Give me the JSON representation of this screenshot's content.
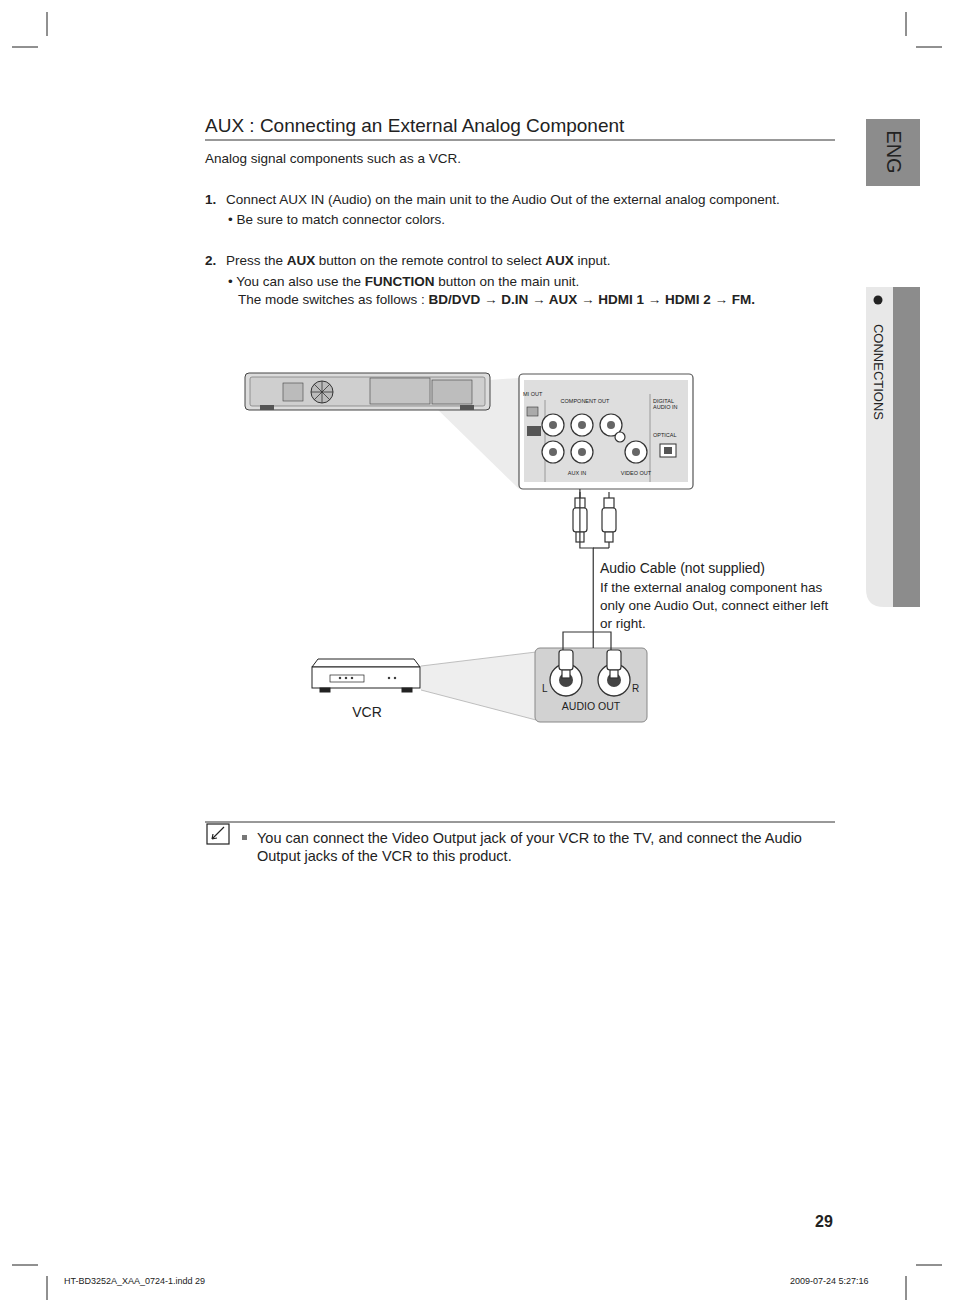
{
  "diagram": {
    "title": "AUX : Connecting an External Analog Component",
    "nodes": [
      {
        "text": [
          "ENG"
        ]
      },
      {
        "text": [
          "CONNECTIONS"
        ]
      },
      {
        "text": [
          "MI OUT",
          "COMPONENT OUT",
          "DIGITAL AUDIO IN",
          "OPTICAL",
          "AUX IN",
          "VIDEO OUT"
        ]
      },
      {
        "text": [
          "VCR"
        ]
      },
      {
        "text": [
          "L",
          "R",
          "AUDIO OUT"
        ]
      }
    ],
    "edges": [
      {
        "from": 4,
        "to": 2,
        "arrow": "none",
        "label": "Audio Cable (not supplied)"
      }
    ],
    "labels": [
      "Analog signal components such as a VCR.",
      "1.",
      "Connect AUX IN (Audio) on the main unit to the Audio Out of the external analog component.",
      "• Be sure to match connector colors.",
      "2.",
      "Press the",
      "AUX",
      "button on the remote control to select",
      "AUX",
      "input.",
      "• You can also use the",
      "FUNCTION",
      "button on the main unit.",
      "The mode switches as follows :",
      "BD/DVD → D.IN → AUX → HDMI 1 → HDMI 2 → FM.",
      "If the external analog component has only one Audio Out, connect either left or right.",
      "You can connect the Video Output jack of your VCR to the TV, and connect the Audio Output jacks of the VCR to this product.",
      "29",
      "HT-BD3252A_XAA_0724-1.indd   29",
      "2009-07-24   5:27:16"
    ]
  }
}
